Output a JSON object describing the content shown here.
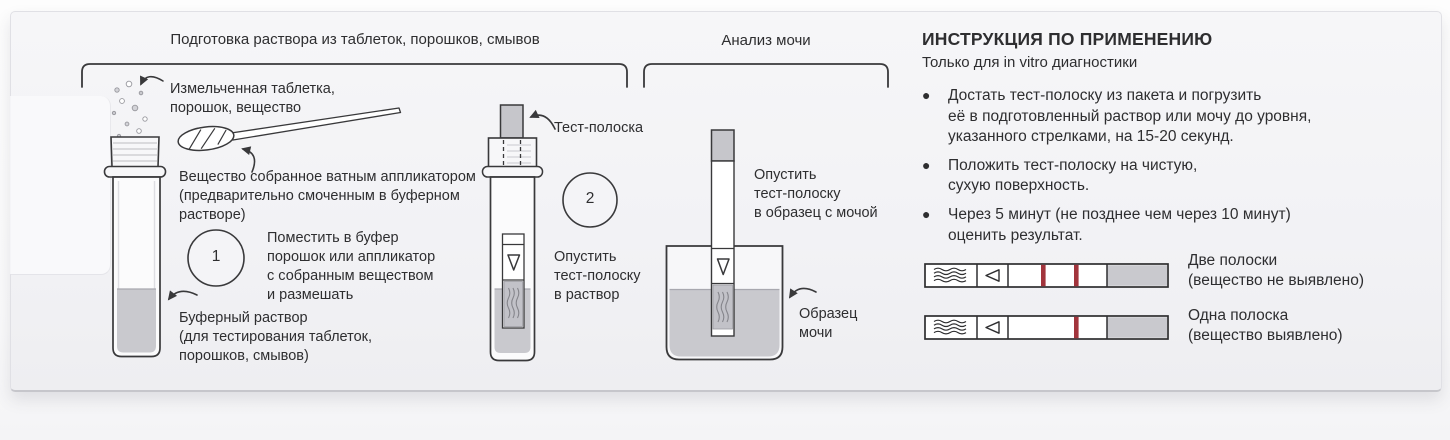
{
  "panel": {
    "section_left_title": "Подготовка раствора из таблеток, порошков, смывов",
    "section_right_title": "Анализ мочи"
  },
  "instructions": {
    "title": "ИНСТРУКЦИЯ ПО ПРИМЕНЕНИЮ",
    "subtitle": "Только для in vitro диагностики",
    "bullet_glyph": "●",
    "bullets": [
      "Достать тест-полоску из пакета и погрузить\nеё в подготовленный раствор или мочу до уровня,\nуказанного стрелками, на 15-20 секунд.",
      "Положить тест-полоску на чистую,\nсухую поверхность.",
      "Через 5 минут (не позднее чем через 10 минут)\nоценить результат."
    ]
  },
  "diagram": {
    "powder_label": "Измельченная таблетка,\nпорошок, вещество",
    "swab_label": "Вещество собранное ватным аппликатором\n(предварительно смоченным в буферном\nрастворе)",
    "step1_num": "1",
    "step1_label": "Поместить в буфер\nпорошок или аппликатор\nс собранным веществом\nи размешать",
    "buffer_label": "Буферный раствор\n(для тестирования таблеток,\nпорошков, смывов)",
    "strip_label": "Тест-полоска",
    "step2_num": "2",
    "step2_label": "Опустить\nтест-полоску\nв раствор",
    "step3_label": "Опустить\nтест-полоску\nв образец с мочой",
    "urine_label": "Образец\nмочи"
  },
  "results": [
    {
      "bands": 2,
      "label": "Две полоски\n(вещество не выявлено)"
    },
    {
      "bands": 1,
      "label": "Одна полоска\n(вещество выявлено)"
    }
  ],
  "colors": {
    "line": "#39393b",
    "fill_gray": "#c9c9ce",
    "band_red": "#a2343c",
    "box_bg": "#f3f3f6",
    "text": "#2e2e30"
  }
}
